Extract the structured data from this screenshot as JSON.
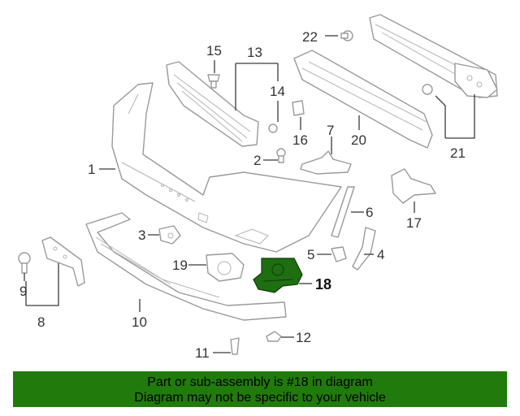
{
  "callouts": {
    "c1": "1",
    "c2": "2",
    "c3": "3",
    "c4": "4",
    "c5": "5",
    "c6": "6",
    "c7": "7",
    "c8": "8",
    "c9": "9",
    "c10": "10",
    "c11": "11",
    "c12": "12",
    "c13": "13",
    "c14": "14",
    "c15": "15",
    "c16": "16",
    "c17": "17",
    "c18": "18",
    "c19": "19",
    "c20": "20",
    "c21": "21",
    "c22": "22"
  },
  "highlight": {
    "part_number": "18",
    "color": "#217a0c"
  },
  "footer": {
    "line1": "Part or sub-assembly is #18 in diagram",
    "line2": "Diagram may not be specific to your vehicle"
  }
}
